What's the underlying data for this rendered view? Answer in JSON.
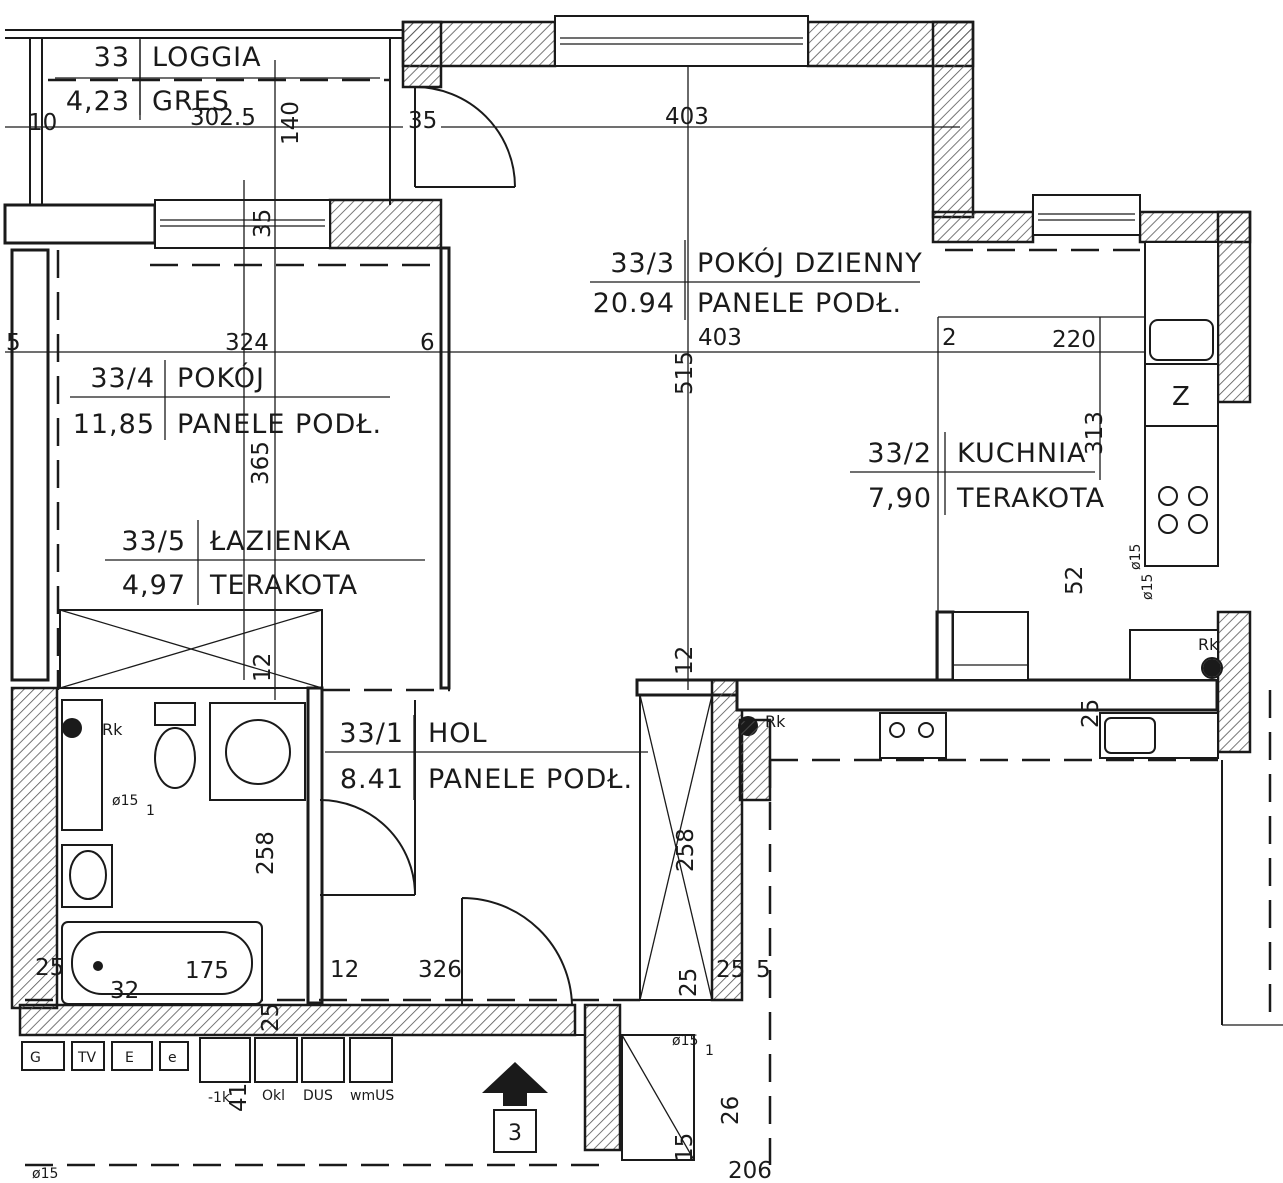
{
  "rooms": {
    "loggia": {
      "number": "33",
      "name": "LOGGIA",
      "area": "4,23",
      "floor": "GRES"
    },
    "living": {
      "number": "33/3",
      "name": "POKÓJ DZIENNY",
      "area": "20.94",
      "floor": "PANELE PODŁ."
    },
    "bedroom": {
      "number": "33/4",
      "name": "POKÓJ",
      "area": "11,85",
      "floor": "PANELE PODŁ."
    },
    "kitchen": {
      "number": "33/2",
      "name": "KUCHNIA",
      "area": "7,90",
      "floor": "TERAKOTA"
    },
    "bathroom": {
      "number": "33/5",
      "name": "ŁAZIENKA",
      "area": "4,97",
      "floor": "TERAKOTA"
    },
    "hall": {
      "number": "33/1",
      "name": "HOL",
      "area": "8.41",
      "floor": "PANELE PODŁ."
    }
  },
  "dimensions": {
    "d10": "10",
    "d302_5": "302.5",
    "d140": "140",
    "d35a": "35",
    "d403a": "403",
    "d35b": "35",
    "d324": "324",
    "d6": "6",
    "d5": "5",
    "d403b": "403",
    "d2": "2",
    "d220": "220",
    "d515": "515",
    "d313": "313",
    "d365": "365",
    "d52": "52",
    "d12a": "12",
    "d12b": "12",
    "d258a": "258",
    "d258b": "258",
    "d25a": "25",
    "d175": "175",
    "d32": "32",
    "d12c": "12",
    "d326": "326",
    "d25b": "25",
    "d25c": "25",
    "d5b": "5",
    "d25d": "25",
    "d26": "26",
    "d15": "15",
    "d206": "206",
    "d41": "41",
    "d25e": "25"
  },
  "symbols": {
    "rk1": "Rk",
    "rk2": "Rk",
    "rk3": "Rk",
    "z": "Z",
    "phi15a": "ø15",
    "phi15b": "ø15",
    "phi15c": "ø15",
    "phi15d": "ø15",
    "one": "1",
    "one_b": "1",
    "entrance": "3",
    "meter_g": "G",
    "meter_tv": "TV",
    "meter_e": "E",
    "meter_e2": "e",
    "meter_1k": "-1k",
    "meter_okl": "Okl",
    "meter_dus": "DUS",
    "meter_wmus": "wmUS",
    "bottom_left": "ø15"
  }
}
